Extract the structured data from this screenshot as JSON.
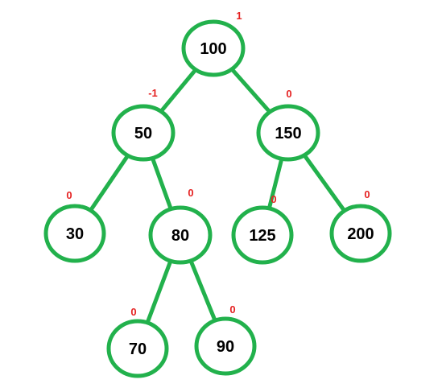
{
  "tree": {
    "nodes": [
      {
        "id": "n100",
        "value": "100",
        "balance": "1"
      },
      {
        "id": "n50",
        "value": "50",
        "balance": "-1"
      },
      {
        "id": "n150",
        "value": "150",
        "balance": "0"
      },
      {
        "id": "n30",
        "value": "30",
        "balance": "0"
      },
      {
        "id": "n80",
        "value": "80",
        "balance": "0"
      },
      {
        "id": "n125",
        "value": "125",
        "balance": "0"
      },
      {
        "id": "n200",
        "value": "200",
        "balance": "0"
      },
      {
        "id": "n70",
        "value": "70",
        "balance": "0"
      },
      {
        "id": "n90",
        "value": "90",
        "balance": "0"
      }
    ],
    "edges": [
      [
        "n100",
        "n50"
      ],
      [
        "n100",
        "n150"
      ],
      [
        "n50",
        "n30"
      ],
      [
        "n50",
        "n80"
      ],
      [
        "n150",
        "n125"
      ],
      [
        "n150",
        "n200"
      ],
      [
        "n80",
        "n70"
      ],
      [
        "n80",
        "n90"
      ]
    ]
  },
  "colors": {
    "edge": "#22b14c",
    "node_stroke": "#22b14c",
    "balance_text": "#e52222",
    "value_text": "#000000"
  }
}
